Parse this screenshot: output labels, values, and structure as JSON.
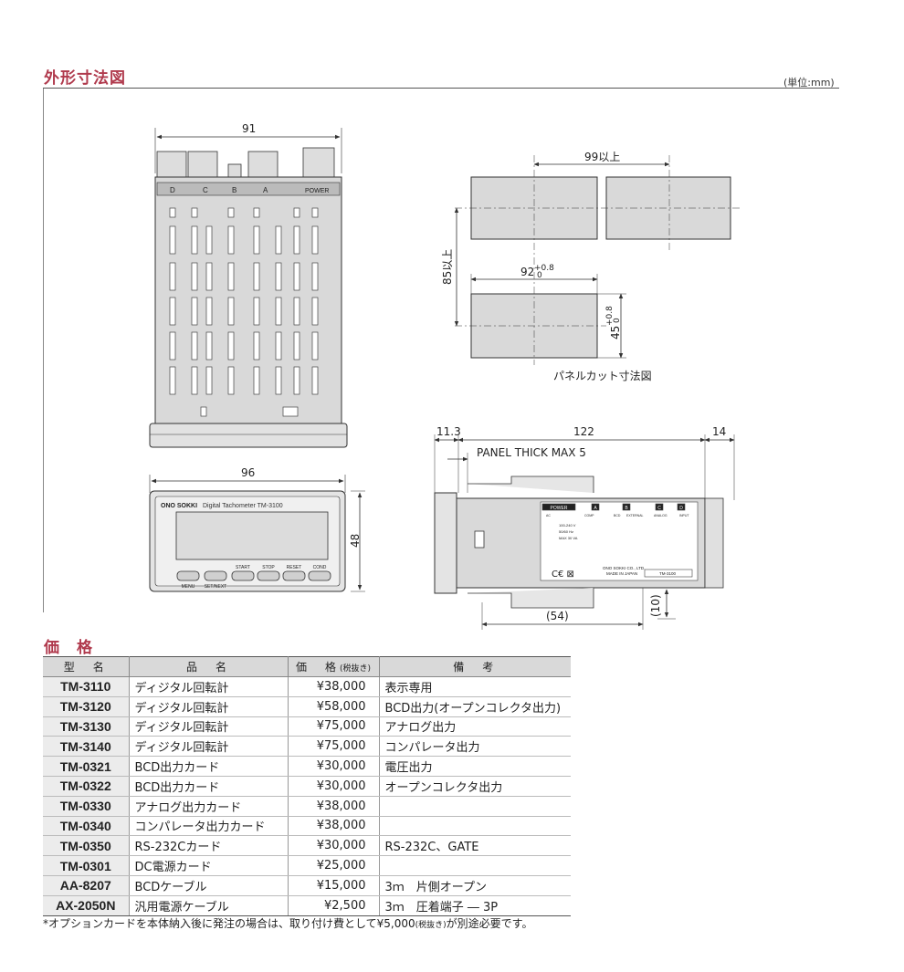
{
  "dimensions": {
    "title": "外形寸法図",
    "unit_note": "(単位:mm)",
    "labels": {
      "top_width": "91",
      "cutout_pitch_h": "99以上",
      "cutout_pitch_v": "85以上",
      "cutout_w": "92",
      "cutout_w_tol_plus": "+0.8",
      "cutout_w_tol_zero": "0",
      "cutout_h": "45",
      "cutout_h_tol_plus": "+0.8",
      "cutout_h_tol_zero": "0",
      "panel_cut_caption": "パネルカット寸法図",
      "front_width": "96",
      "front_height": "48",
      "side_front": "11.3",
      "side_body": "122",
      "side_rear": "14",
      "panel_thick": "PANEL THICK MAX 5",
      "side_bottom": "(54)",
      "side_small": "(10)"
    },
    "front_panel": {
      "brand": "ONO SOKKI",
      "model_text": "Digital Tachometer TM-3100",
      "buttons": [
        "MENU",
        "SET/NEXT",
        "START",
        "STOP",
        "RESET",
        "COND"
      ]
    },
    "top_connectors": [
      "D",
      "C",
      "B",
      "A",
      "POWER"
    ],
    "side_label": {
      "sections": [
        "POWER",
        "A",
        "B",
        "C",
        "D"
      ],
      "power_text": [
        "100-240 V",
        "50/60 Hz",
        "MAX 30 VA"
      ],
      "sub_headers": [
        "AC",
        "COMP",
        "BCD",
        "EXTERNAL",
        "ANALOG",
        "INPUT"
      ],
      "maker": "ONO SOKKI CO., LTD.",
      "made_in": "MADE IN JAPAN",
      "model": "TM-3100"
    }
  },
  "price": {
    "title": "価　格",
    "headers": {
      "model": "型　名",
      "name": "品　名",
      "price": "価　格",
      "tax": "(税抜き)",
      "remarks": "備　考"
    },
    "rows": [
      {
        "model": "TM-3110",
        "name": "ディジタル回転計",
        "price": "¥38,000",
        "remarks": "表示専用"
      },
      {
        "model": "TM-3120",
        "name": "ディジタル回転計",
        "price": "¥58,000",
        "remarks": "BCD出力(オープンコレクタ出力)"
      },
      {
        "model": "TM-3130",
        "name": "ディジタル回転計",
        "price": "¥75,000",
        "remarks": "アナログ出力"
      },
      {
        "model": "TM-3140",
        "name": "ディジタル回転計",
        "price": "¥75,000",
        "remarks": "コンパレータ出力"
      },
      {
        "model": "TM-0321",
        "name": "BCD出力カード",
        "price": "¥30,000",
        "remarks": "電圧出力"
      },
      {
        "model": "TM-0322",
        "name": "BCD出力カード",
        "price": "¥30,000",
        "remarks": "オープンコレクタ出力"
      },
      {
        "model": "TM-0330",
        "name": "アナログ出力カード",
        "price": "¥38,000",
        "remarks": ""
      },
      {
        "model": "TM-0340",
        "name": "コンパレータ出力カード",
        "price": "¥38,000",
        "remarks": ""
      },
      {
        "model": "TM-0350",
        "name": "RS-232Cカード",
        "price": "¥30,000",
        "remarks": "RS-232C、GATE"
      },
      {
        "model": "TM-0301",
        "name": "DC電源カード",
        "price": "¥25,000",
        "remarks": ""
      },
      {
        "model": "AA-8207",
        "name": "BCDケーブル",
        "price": "¥15,000",
        "remarks": "3ｍ　片側オープン"
      },
      {
        "model": "AX-2050N",
        "name": "汎用電源ケーブル",
        "price": "¥2,500",
        "remarks": "3ｍ　圧着端子 ― 3P"
      }
    ],
    "footnote_pre": "*オプションカードを本体納入後に発注の場合は、取り付け費として¥5,000",
    "footnote_tax": "(税抜き)",
    "footnote_post": "が別途必要です。"
  },
  "colors": {
    "accent": "#b03a4d",
    "header_bg": "#d9d9d9",
    "model_bg": "#ececec",
    "panel_gray": "#d8d8d8"
  }
}
